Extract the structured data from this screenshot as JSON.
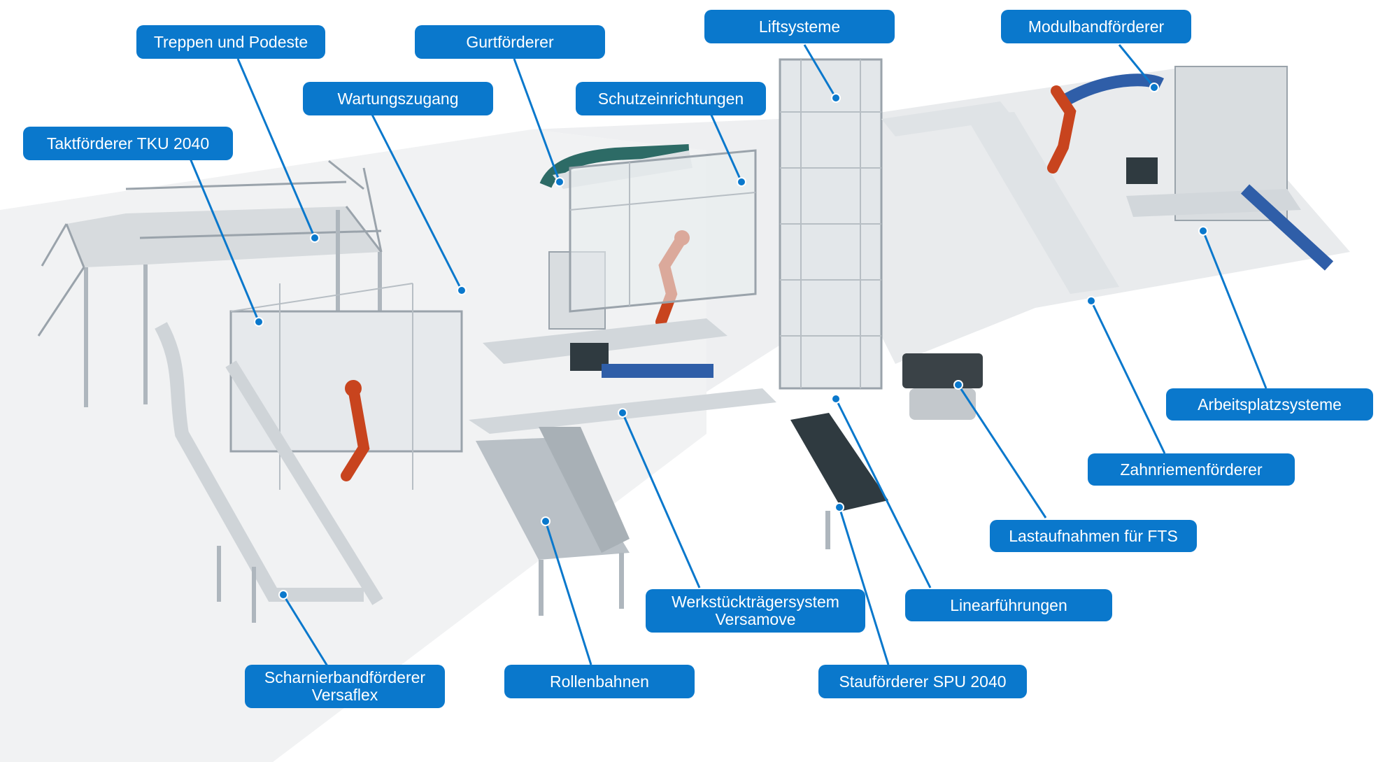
{
  "labels": {
    "treppen": "Treppen und Podeste",
    "gurt": "Gurtförderer",
    "lift": "Liftsysteme",
    "modulband": "Modulbandförderer",
    "wartung": "Wartungszugang",
    "schutz": "Schutzeinrichtungen",
    "taktfoerderer": "Taktförderer TKU 2040",
    "arbeitsplatz": "Arbeitsplatzsysteme",
    "zahnriemen": "Zahnriemenförderer",
    "lastaufnahmen": "Lastaufnahmen für FTS",
    "linear": "Linearführungen",
    "werkstueck": "Werkstückträgersystem\nVersamove",
    "scharnier": "Scharnierbandförderer\nVersaflex",
    "rollen": "Rollenbahnen",
    "stau": "Stauförderer SPU 2040"
  },
  "colors": {
    "label_bg": "#0a78cc",
    "label_text": "#ffffff",
    "floor": "#f1f2f3",
    "aluminium": "#aeb6bd",
    "robot": "#c8441e",
    "belt_dark": "#2f3a40",
    "belt_green": "#2d6b66",
    "belt_blue": "#2f5ea8"
  }
}
